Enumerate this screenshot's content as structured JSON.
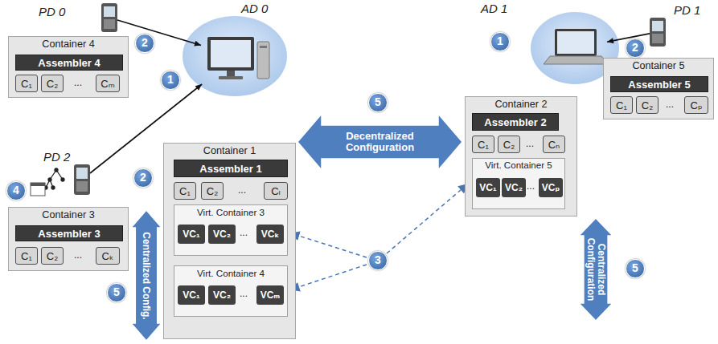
{
  "diagram": {
    "nodes": [
      {
        "text": [
          "PD 0"
        ]
      },
      {
        "text": [
          "AD 0"
        ]
      },
      {
        "text": [
          "Container 4"
        ]
      },
      {
        "text": [
          "Assembler 4"
        ],
        "in": 2
      },
      {
        "text": [
          "C₁"
        ],
        "in": 2
      },
      {
        "text": [
          "C₂"
        ],
        "in": 2
      },
      {
        "text": [
          "Cₘ"
        ],
        "in": 2
      },
      {
        "text": [
          "PD 2"
        ]
      },
      {
        "text": [
          "Container 3"
        ]
      },
      {
        "text": [
          "Assembler 3"
        ],
        "in": 8
      },
      {
        "text": [
          "C₁"
        ],
        "in": 8
      },
      {
        "text": [
          "C₂"
        ],
        "in": 8
      },
      {
        "text": [
          "Cₖ"
        ],
        "in": 8
      },
      {
        "text": [
          "Centralized Config."
        ]
      },
      {
        "text": [
          "Container 1"
        ]
      },
      {
        "text": [
          "Assembler 1"
        ],
        "in": 14
      },
      {
        "text": [
          "C₁"
        ],
        "in": 14
      },
      {
        "text": [
          "C₂"
        ],
        "in": 14
      },
      {
        "text": [
          "Cₗ"
        ],
        "in": 14
      },
      {
        "text": [
          "Virt. Container 3"
        ],
        "in": 14
      },
      {
        "text": [
          "VC₁"
        ],
        "in": 19
      },
      {
        "text": [
          "VC₂"
        ],
        "in": 19
      },
      {
        "text": [
          "VCₖ"
        ],
        "in": 19
      },
      {
        "text": [
          "Virt. Container 4"
        ],
        "in": 14
      },
      {
        "text": [
          "VC₁"
        ],
        "in": 23
      },
      {
        "text": [
          "VC₂"
        ],
        "in": 23
      },
      {
        "text": [
          "VCₘ"
        ],
        "in": 23
      },
      {
        "text": [
          "Decentralized Configuration"
        ]
      },
      {
        "text": [
          "AD 1"
        ]
      },
      {
        "text": [
          "PD 1"
        ]
      },
      {
        "text": [
          "Container 5"
        ]
      },
      {
        "text": [
          "Assembler 5"
        ],
        "in": 30
      },
      {
        "text": [
          "C₁"
        ],
        "in": 30
      },
      {
        "text": [
          "C₂"
        ],
        "in": 30
      },
      {
        "text": [
          "Cₚ"
        ],
        "in": 30
      },
      {
        "text": [
          "Container 2"
        ]
      },
      {
        "text": [
          "Assembler 2"
        ],
        "in": 35
      },
      {
        "text": [
          "C₁"
        ],
        "in": 35
      },
      {
        "text": [
          "C₂"
        ],
        "in": 35
      },
      {
        "text": [
          "Cₙ"
        ],
        "in": 35
      },
      {
        "text": [
          "Virt. Container 5"
        ],
        "in": 35
      },
      {
        "text": [
          "VC₁"
        ],
        "in": 40
      },
      {
        "text": [
          "VC₂"
        ],
        "in": 40
      },
      {
        "text": [
          "VCₚ"
        ],
        "in": 40
      },
      {
        "text": [
          "Centralized Configuration"
        ]
      }
    ],
    "edges": [
      {
        "from": 0,
        "to": 1,
        "arrow": "to"
      },
      {
        "from": 7,
        "to": 1,
        "arrow": "to"
      },
      {
        "from": 29,
        "to": 28,
        "arrow": "to"
      },
      {
        "from": 19,
        "to": 15,
        "arrow": "to"
      },
      {
        "from": 23,
        "to": 15,
        "arrow": "to"
      },
      {
        "from": 40,
        "to": 36,
        "arrow": "to"
      }
    ],
    "labels": [
      "2",
      "1",
      "2",
      "4",
      "...",
      "...",
      "5",
      "...",
      "...",
      "...",
      "5",
      "3",
      "1",
      "2",
      "...",
      "...",
      "...",
      "5"
    ]
  }
}
